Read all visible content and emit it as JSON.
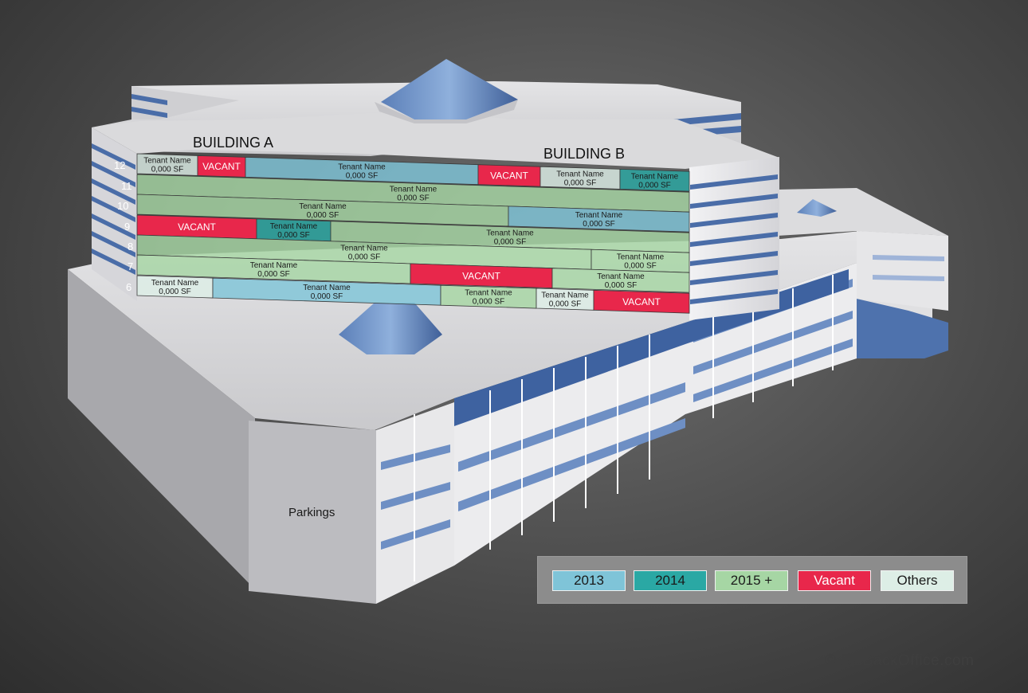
{
  "building_a_label": "BUILDING A",
  "building_b_label": "BUILDING B",
  "parking_label": "Parkings",
  "credit": "© REBackOffice.com",
  "legend": [
    {
      "key": "2013",
      "label": "2013",
      "color": "#7fc4d8"
    },
    {
      "key": "2014",
      "label": "2014",
      "color": "#2aa8a4"
    },
    {
      "key": "2015",
      "label": "2015 +",
      "color": "#a6d6a4"
    },
    {
      "key": "vacant",
      "label": "Vacant",
      "color": "#e8274b"
    },
    {
      "key": "others",
      "label": "Others",
      "color": "#ddeee6"
    }
  ],
  "floors": [
    {
      "floor": "12",
      "segments": [
        {
          "type": "others",
          "line1": "Tenant Name",
          "line2": "0,000 SF"
        },
        {
          "type": "vacant",
          "line1": "VACANT"
        },
        {
          "type": "2013",
          "line1": "Tenant Name",
          "line2": "0,000 SF"
        },
        {
          "type": "vacant",
          "line1": "VACANT"
        },
        {
          "type": "others",
          "line1": "Tenant Name",
          "line2": "0,000 SF"
        },
        {
          "type": "2014",
          "line1": "Tenant Name",
          "line2": "0,000 SF"
        }
      ]
    },
    {
      "floor": "11",
      "segments": [
        {
          "type": "2015",
          "line1": "Tenant Name",
          "line2": "0,000 SF"
        }
      ]
    },
    {
      "floor": "10",
      "segments": [
        {
          "type": "2015",
          "line1": "Tenant Name",
          "line2": "0,000 SF"
        },
        {
          "type": "2013",
          "line1": "Tenant Name",
          "line2": "0,000 SF"
        }
      ]
    },
    {
      "floor": "9",
      "segments": [
        {
          "type": "vacant",
          "line1": "VACANT"
        },
        {
          "type": "2014",
          "line1": "Tenant Name",
          "line2": "0,000 SF"
        },
        {
          "type": "2015",
          "line1": "Tenant Name",
          "line2": "0,000 SF"
        }
      ]
    },
    {
      "floor": "8",
      "segments": [
        {
          "type": "2015",
          "line1": "Tenant Name",
          "line2": "0,000 SF"
        },
        {
          "type": "2015",
          "line1": "Tenant Name",
          "line2": "0,000 SF"
        }
      ]
    },
    {
      "floor": "7",
      "segments": [
        {
          "type": "2015",
          "line1": "Tenant Name",
          "line2": "0,000 SF"
        },
        {
          "type": "vacant",
          "line1": "VACANT"
        },
        {
          "type": "2015",
          "line1": "Tenant Name",
          "line2": "0,000 SF"
        }
      ]
    },
    {
      "floor": "6",
      "segments": [
        {
          "type": "others",
          "line1": "Tenant Name",
          "line2": "0,000 SF"
        },
        {
          "type": "2013",
          "line1": "Tenant Name",
          "line2": "0,000 SF"
        },
        {
          "type": "2015",
          "line1": "Tenant Name",
          "line2": "0,000 SF"
        },
        {
          "type": "others",
          "line1": "Tenant Name",
          "line2": "0,000 SF"
        },
        {
          "type": "vacant",
          "line1": "VACANT"
        }
      ]
    }
  ]
}
